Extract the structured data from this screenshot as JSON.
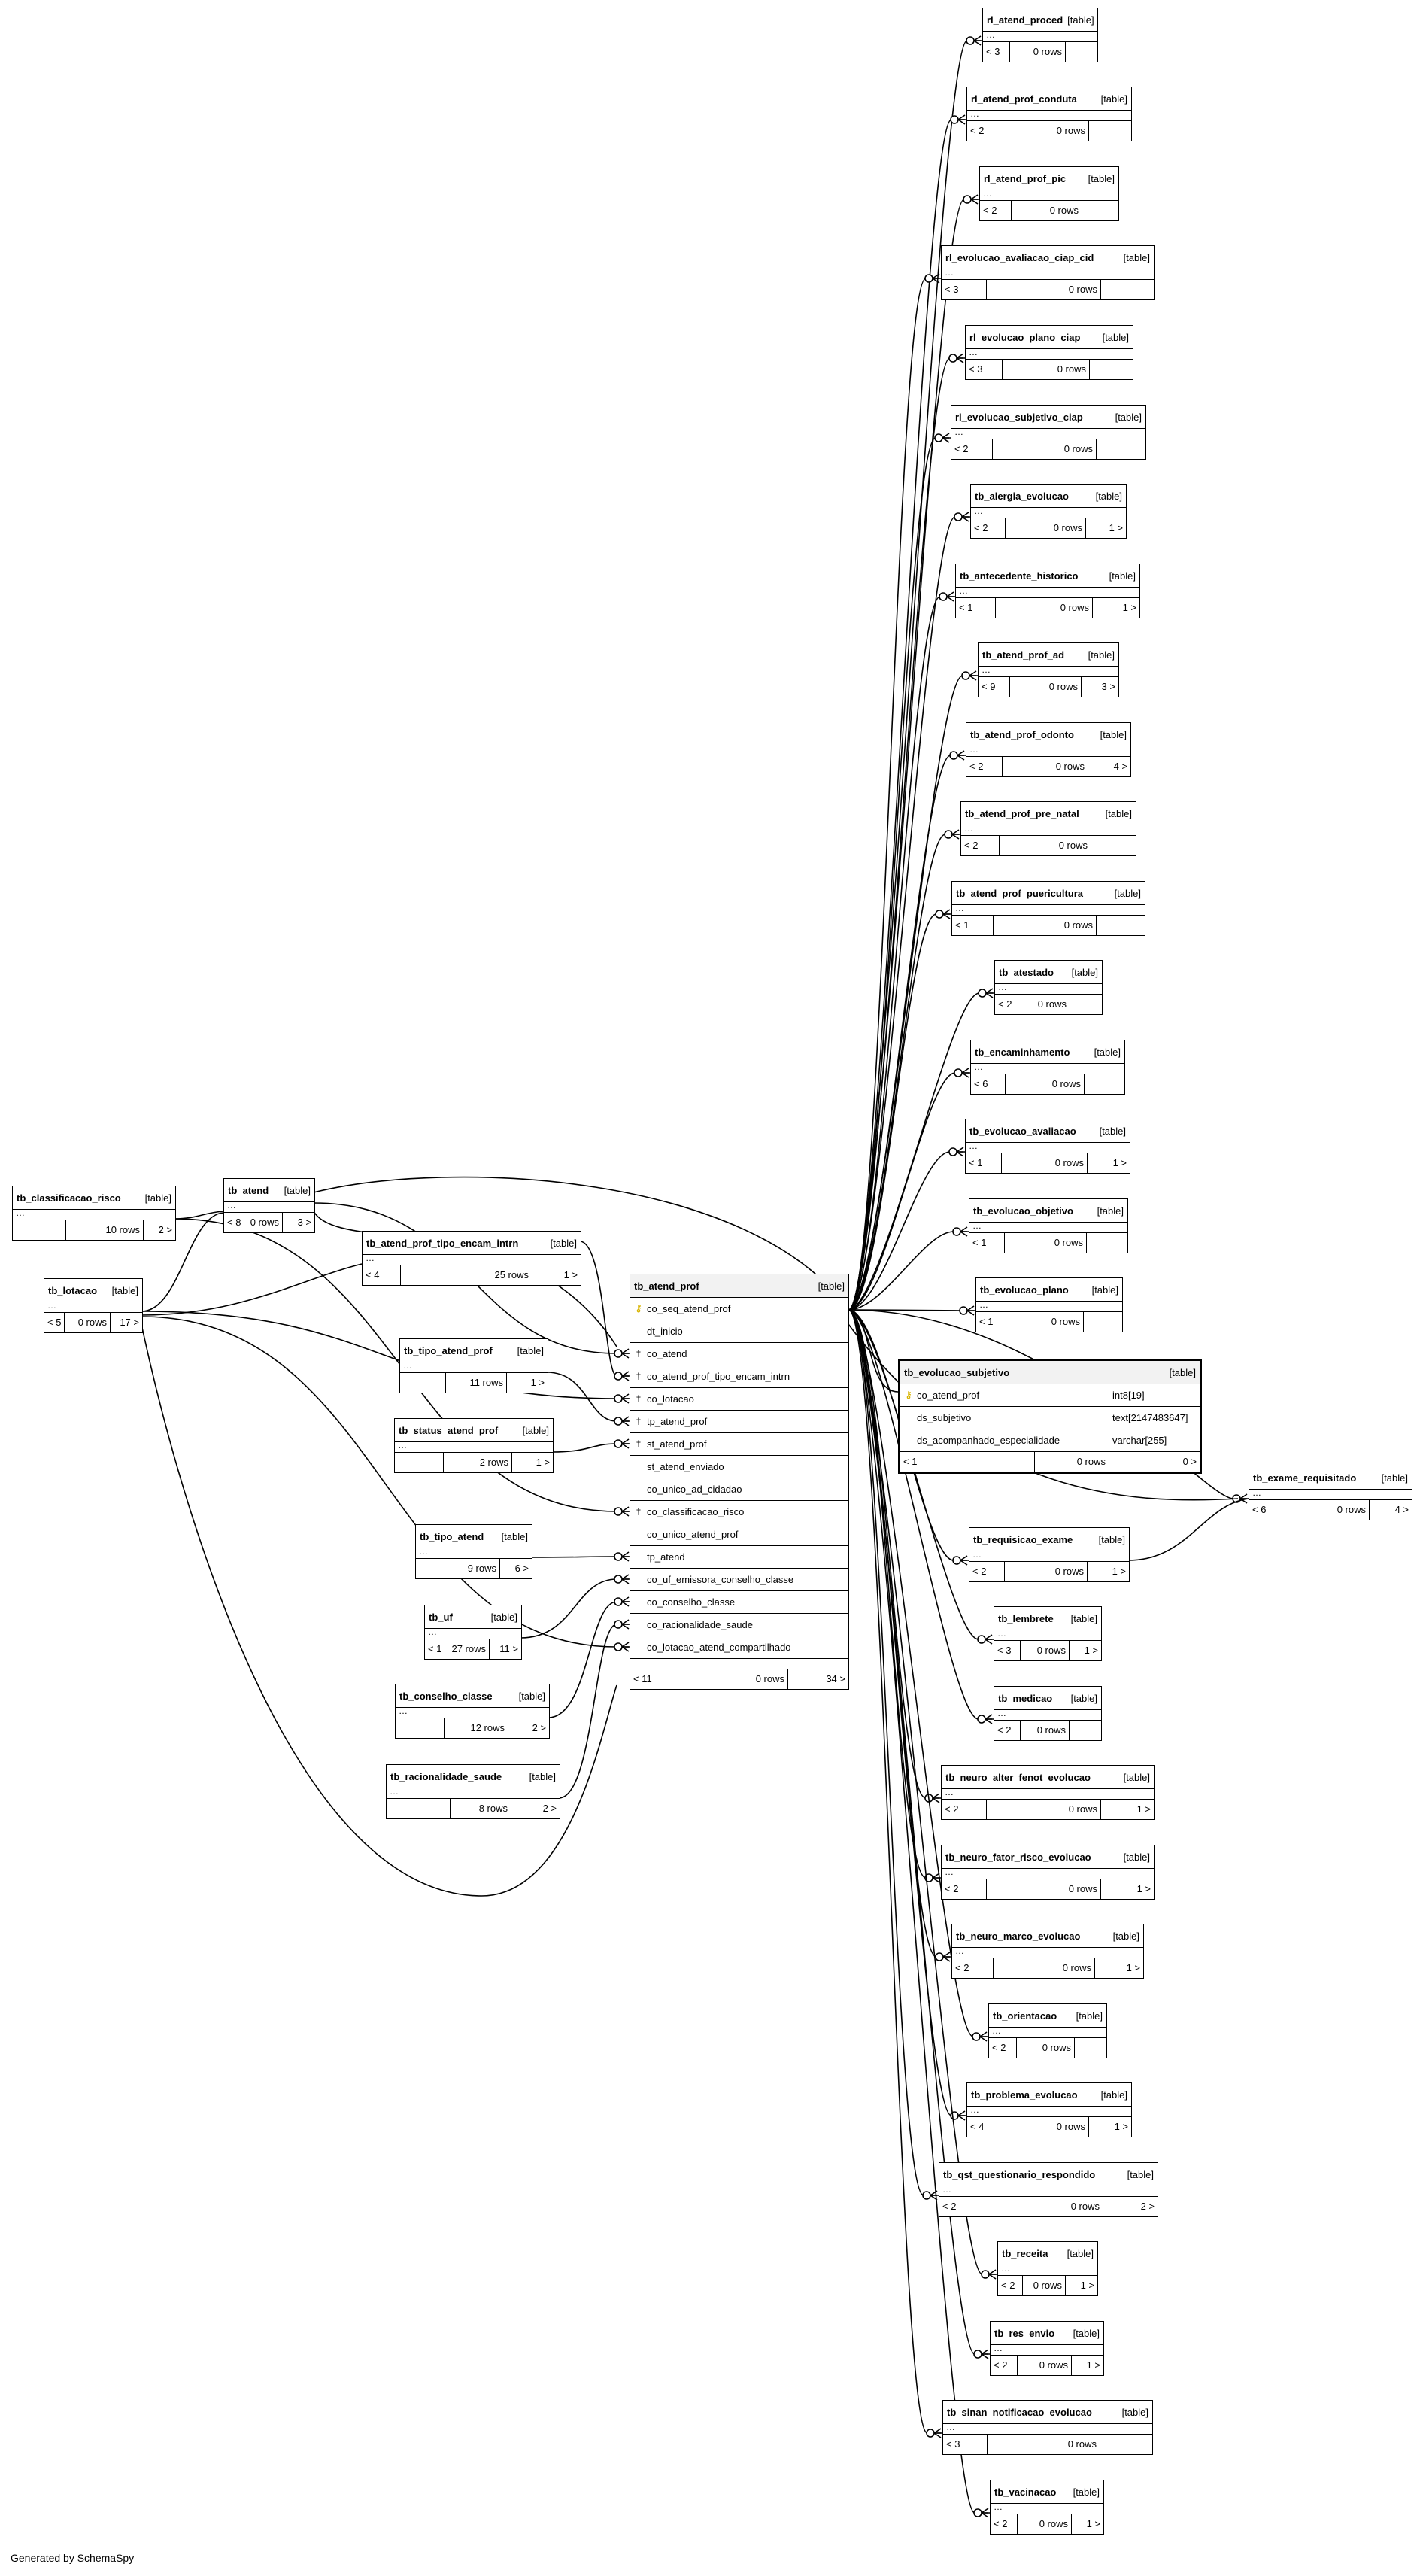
{
  "kind_label": "[table]",
  "generator_label": "Generated by SchemaSpy",
  "main_table": {
    "name": "tb_atend_prof",
    "kind": "[table]",
    "columns": [
      {
        "name": "co_seq_atend_prof",
        "key": "pk"
      },
      {
        "name": "dt_inicio",
        "key": ""
      },
      {
        "name": "co_atend",
        "key": "fk"
      },
      {
        "name": "co_atend_prof_tipo_encam_intrn",
        "key": "fk"
      },
      {
        "name": "co_lotacao",
        "key": "fk"
      },
      {
        "name": "tp_atend_prof",
        "key": "fk"
      },
      {
        "name": "st_atend_prof",
        "key": "fk"
      },
      {
        "name": "st_atend_enviado",
        "key": ""
      },
      {
        "name": "co_unico_ad_cidadao",
        "key": ""
      },
      {
        "name": "co_classificacao_risco",
        "key": "fk"
      },
      {
        "name": "co_unico_atend_prof",
        "key": ""
      },
      {
        "name": "tp_atend",
        "key": ""
      },
      {
        "name": "co_uf_emissora_conselho_classe",
        "key": ""
      },
      {
        "name": "co_conselho_classe",
        "key": ""
      },
      {
        "name": "co_racionalidade_saude",
        "key": ""
      },
      {
        "name": "co_lotacao_atend_compartilhado",
        "key": ""
      }
    ],
    "footer": {
      "parents": "< 11",
      "rows": "0 rows",
      "children": "34 >"
    }
  },
  "selected_table": {
    "name": "tb_evolucao_subjetivo",
    "kind": "[table]",
    "columns": [
      {
        "name": "co_atend_prof",
        "type": "int8[19]",
        "key": "pk"
      },
      {
        "name": "ds_subjetivo",
        "type": "text[2147483647]",
        "key": ""
      },
      {
        "name": "ds_acompanhado_especialidade",
        "type": "varchar[255]",
        "key": ""
      }
    ],
    "footer": {
      "parents": "< 1",
      "rows": "0 rows",
      "children": "0 >"
    }
  },
  "left_tables": [
    {
      "name": "tb_classificacao_risco",
      "kind": "[table]",
      "parents": "",
      "rows": "10 rows",
      "children": "2 >"
    },
    {
      "name": "tb_atend",
      "kind": "[table]",
      "parents": "< 8",
      "rows": "0 rows",
      "children": "3 >"
    },
    {
      "name": "tb_atend_prof_tipo_encam_intrn",
      "kind": "[table]",
      "parents": "< 4",
      "rows": "25 rows",
      "children": "1 >"
    },
    {
      "name": "tb_lotacao",
      "kind": "[table]",
      "parents": "< 5",
      "rows": "0 rows",
      "children": "17 >"
    },
    {
      "name": "tb_tipo_atend_prof",
      "kind": "[table]",
      "parents": "",
      "rows": "11 rows",
      "children": "1 >"
    },
    {
      "name": "tb_status_atend_prof",
      "kind": "[table]",
      "parents": "",
      "rows": "2 rows",
      "children": "1 >"
    },
    {
      "name": "tb_tipo_atend",
      "kind": "[table]",
      "parents": "",
      "rows": "9 rows",
      "children": "6 >"
    },
    {
      "name": "tb_uf",
      "kind": "[table]",
      "parents": "< 1",
      "rows": "27 rows",
      "children": "11 >"
    },
    {
      "name": "tb_conselho_classe",
      "kind": "[table]",
      "parents": "",
      "rows": "12 rows",
      "children": "2 >"
    },
    {
      "name": "tb_racionalidade_saude",
      "kind": "[table]",
      "parents": "",
      "rows": "8 rows",
      "children": "2 >"
    }
  ],
  "right_tables": [
    {
      "name": "rl_atend_proced",
      "kind": "[table]",
      "parents": "< 3",
      "rows": "0 rows",
      "children": ""
    },
    {
      "name": "rl_atend_prof_conduta",
      "kind": "[table]",
      "parents": "< 2",
      "rows": "0 rows",
      "children": ""
    },
    {
      "name": "rl_atend_prof_pic",
      "kind": "[table]",
      "parents": "< 2",
      "rows": "0 rows",
      "children": ""
    },
    {
      "name": "rl_evolucao_avaliacao_ciap_cid",
      "kind": "[table]",
      "parents": "< 3",
      "rows": "0 rows",
      "children": ""
    },
    {
      "name": "rl_evolucao_plano_ciap",
      "kind": "[table]",
      "parents": "< 3",
      "rows": "0 rows",
      "children": ""
    },
    {
      "name": "rl_evolucao_subjetivo_ciap",
      "kind": "[table]",
      "parents": "< 2",
      "rows": "0 rows",
      "children": ""
    },
    {
      "name": "tb_alergia_evolucao",
      "kind": "[table]",
      "parents": "< 2",
      "rows": "0 rows",
      "children": "1 >"
    },
    {
      "name": "tb_antecedente_historico",
      "kind": "[table]",
      "parents": "< 1",
      "rows": "0 rows",
      "children": "1 >"
    },
    {
      "name": "tb_atend_prof_ad",
      "kind": "[table]",
      "parents": "< 9",
      "rows": "0 rows",
      "children": "3 >"
    },
    {
      "name": "tb_atend_prof_odonto",
      "kind": "[table]",
      "parents": "< 2",
      "rows": "0 rows",
      "children": "4 >"
    },
    {
      "name": "tb_atend_prof_pre_natal",
      "kind": "[table]",
      "parents": "< 2",
      "rows": "0 rows",
      "children": ""
    },
    {
      "name": "tb_atend_prof_puericultura",
      "kind": "[table]",
      "parents": "< 1",
      "rows": "0 rows",
      "children": ""
    },
    {
      "name": "tb_atestado",
      "kind": "[table]",
      "parents": "< 2",
      "rows": "0 rows",
      "children": ""
    },
    {
      "name": "tb_encaminhamento",
      "kind": "[table]",
      "parents": "< 6",
      "rows": "0 rows",
      "children": ""
    },
    {
      "name": "tb_evolucao_avaliacao",
      "kind": "[table]",
      "parents": "< 1",
      "rows": "0 rows",
      "children": "1 >"
    },
    {
      "name": "tb_evolucao_objetivo",
      "kind": "[table]",
      "parents": "< 1",
      "rows": "0 rows",
      "children": ""
    },
    {
      "name": "tb_evolucao_plano",
      "kind": "[table]",
      "parents": "< 1",
      "rows": "0 rows",
      "children": ""
    },
    {
      "name": "tb_exame_requisitado",
      "kind": "[table]",
      "parents": "< 6",
      "rows": "0 rows",
      "children": "4 >"
    },
    {
      "name": "tb_requisicao_exame",
      "kind": "[table]",
      "parents": "< 2",
      "rows": "0 rows",
      "children": "1 >"
    },
    {
      "name": "tb_lembrete",
      "kind": "[table]",
      "parents": "< 3",
      "rows": "0 rows",
      "children": "1 >"
    },
    {
      "name": "tb_medicao",
      "kind": "[table]",
      "parents": "< 2",
      "rows": "0 rows",
      "children": ""
    },
    {
      "name": "tb_neuro_alter_fenot_evolucao",
      "kind": "[table]",
      "parents": "< 2",
      "rows": "0 rows",
      "children": "1 >"
    },
    {
      "name": "tb_neuro_fator_risco_evolucao",
      "kind": "[table]",
      "parents": "< 2",
      "rows": "0 rows",
      "children": "1 >"
    },
    {
      "name": "tb_neuro_marco_evolucao",
      "kind": "[table]",
      "parents": "< 2",
      "rows": "0 rows",
      "children": "1 >"
    },
    {
      "name": "tb_orientacao",
      "kind": "[table]",
      "parents": "< 2",
      "rows": "0 rows",
      "children": ""
    },
    {
      "name": "tb_problema_evolucao",
      "kind": "[table]",
      "parents": "< 4",
      "rows": "0 rows",
      "children": "1 >"
    },
    {
      "name": "tb_qst_questionario_respondido",
      "kind": "[table]",
      "parents": "< 2",
      "rows": "0 rows",
      "children": "2 >"
    },
    {
      "name": "tb_receita",
      "kind": "[table]",
      "parents": "< 2",
      "rows": "0 rows",
      "children": "1 >"
    },
    {
      "name": "tb_res_envio",
      "kind": "[table]",
      "parents": "< 2",
      "rows": "0 rows",
      "children": "1 >"
    },
    {
      "name": "tb_sinan_notificacao_evolucao",
      "kind": "[table]",
      "parents": "< 3",
      "rows": "0 rows",
      "children": ""
    },
    {
      "name": "tb_vacinacao",
      "kind": "[table]",
      "parents": "< 2",
      "rows": "0 rows",
      "children": "1 >"
    }
  ]
}
